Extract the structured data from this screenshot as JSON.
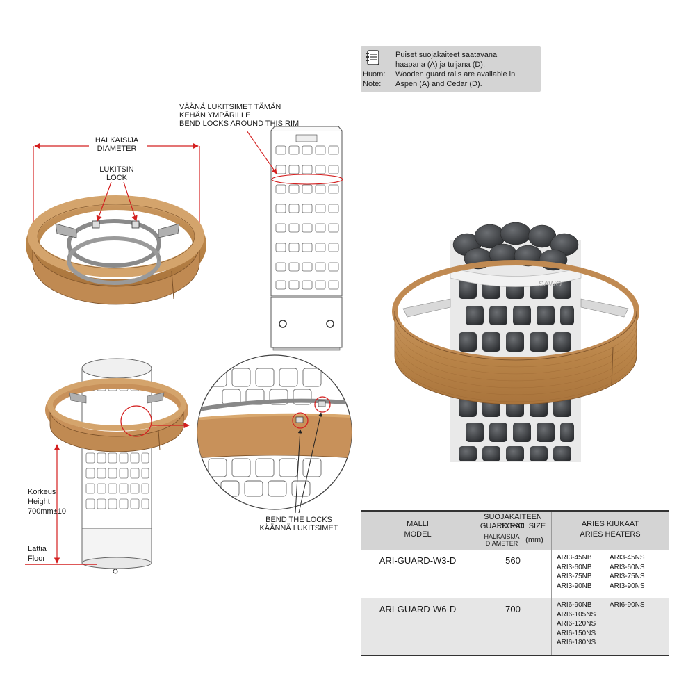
{
  "note": {
    "header_fi": "Huom:",
    "header_en": "Note:",
    "text_fi_1": "Puiset suojakaiteet saatavana",
    "text_fi_2": "haapana (A) ja tuijana (D).",
    "text_en_1": "Wooden guard rails are available in",
    "text_en_2": "Aspen (A) and Cedar (D)."
  },
  "labels": {
    "diameter_fi": "HALKAISIJA",
    "diameter_en": "DIAMETER",
    "lock_fi": "LUKITSIN",
    "lock_en": "LOCK",
    "bend_rim_fi_1": "VÄÄNÄ LUKITSIMET TÄMÄN",
    "bend_rim_fi_2": "KEHÄN YMPÄRILLE",
    "bend_rim_en": "BEND LOCKS AROUND THIS RIM",
    "height_fi": "Korkeus",
    "height_en": "Height",
    "height_val": "700mm±10",
    "floor_fi": "Lattia",
    "floor_en": "Floor",
    "bend_locks_en": "BEND THE LOCKS",
    "bend_locks_fi": "KÄÄNNÄ LUKITSIMET",
    "brand": "SAWO"
  },
  "table": {
    "col_model_fi": "MALLI",
    "col_model_en": "MODEL",
    "col_size_fi": "SUOJAKAITEEN KOKO",
    "col_size_en": "GUARD RAIL SIZE",
    "col_diam_fi": "HALKAISIJA",
    "col_diam_en": "DIAMETER",
    "col_diam_unit": "(mm)",
    "col_heaters_fi": "ARIES KIUKAAT",
    "col_heaters_en": "ARIES HEATERS",
    "rows": [
      {
        "model": "ARI-GUARD-W3-D",
        "size": "560",
        "heaters_nb": [
          "ARI3-45NB",
          "ARI3-60NB",
          "ARI3-75NB",
          "ARI3-90NB"
        ],
        "heaters_ns": [
          "ARI3-45NS",
          "ARI3-60NS",
          "ARI3-75NS",
          "ARI3-90NS"
        ]
      },
      {
        "model": "ARI-GUARD-W6-D",
        "size": "700",
        "heaters_nb": [
          "ARI6-90NB",
          "ARI6-105NS",
          "ARI6-120NS",
          "ARI6-150NS",
          "ARI6-180NS"
        ],
        "heaters_ns": [
          "ARI6-90NS"
        ]
      }
    ]
  },
  "colors": {
    "wood": "#c8915a",
    "wood_dark": "#a06a38",
    "red": "#d42020",
    "note_bg": "#d4d4d4",
    "row_alt": "#e6e6e6"
  }
}
